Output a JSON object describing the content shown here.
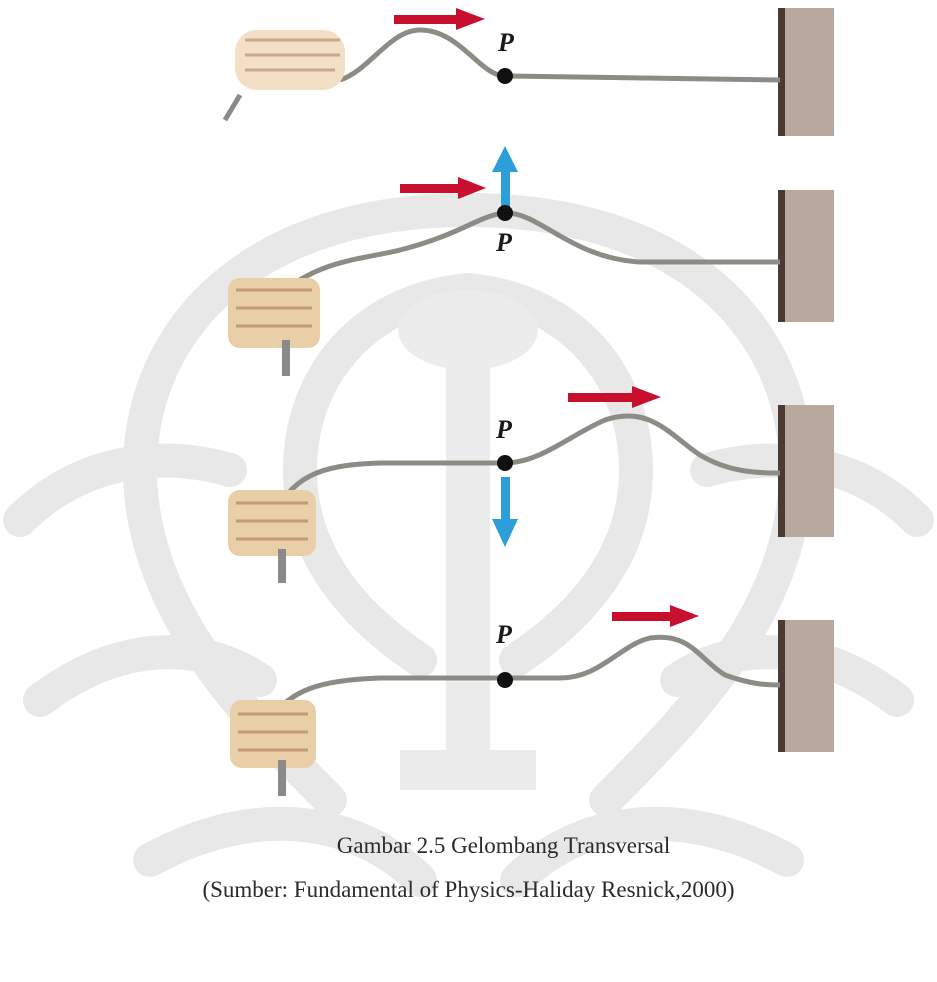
{
  "figure": {
    "point_label": "P",
    "caption_title": "Gambar 2.5 Gelombang Transversal",
    "caption_source": "(Sumber: Fundamental of Physics-Haliday Resnick,2000)",
    "colors": {
      "rope": "#8c8c86",
      "pulse_arrow": "#c8102e",
      "point_velocity_arrow": "#2d9fd8",
      "wall": "#5b4a40",
      "point": "#111111",
      "watermark": "#e6e6e6"
    },
    "panels": [
      {
        "id": "panel-1",
        "point_motion": "none"
      },
      {
        "id": "panel-2",
        "point_motion": "up"
      },
      {
        "id": "panel-3",
        "point_motion": "down"
      },
      {
        "id": "panel-4",
        "point_motion": "none"
      }
    ]
  }
}
